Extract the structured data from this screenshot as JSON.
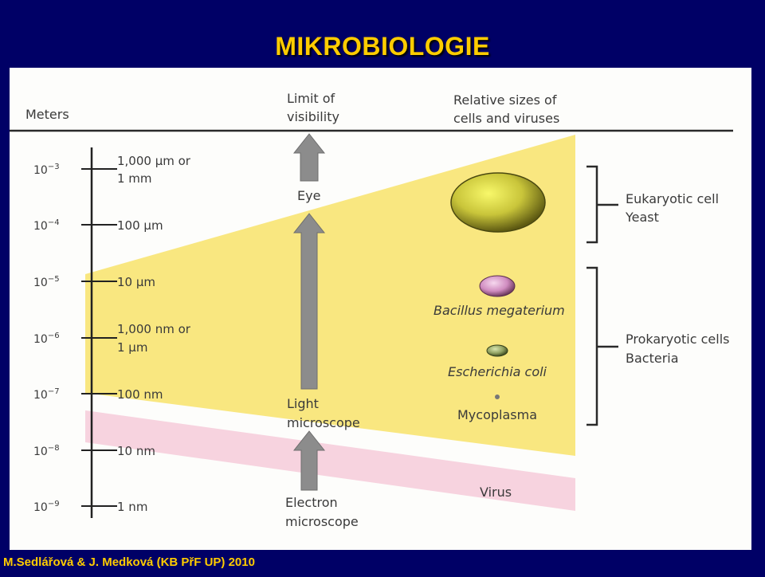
{
  "slide": {
    "title": "MIKROBIOLOGIE",
    "footer": "M.Sedlářová & J. Medková (KB PřF UP) 2010"
  },
  "colors": {
    "background": "#000066",
    "title": "#FFCC00",
    "visible_band": "#F9E780",
    "virus_band": "#F7D3DF",
    "arrow": "#8C8C8C",
    "yeast": "#C9C53A",
    "bacillus": "#D08CC0",
    "ecoli": "#8FA060"
  },
  "figure": {
    "meters_header": "Meters",
    "limit_header_line1": "Limit of",
    "limit_header_line2": "visibility",
    "relative_header_line1": "Relative sizes of",
    "relative_header_line2": "cells and viruses",
    "scale": [
      {
        "exp_base": "10",
        "exp": "−3",
        "label_line1": "1,000 µm or",
        "label_line2": "1 mm"
      },
      {
        "exp_base": "10",
        "exp": "−4",
        "label_line1": "100 µm",
        "label_line2": ""
      },
      {
        "exp_base": "10",
        "exp": "−5",
        "label_line1": "10 µm",
        "label_line2": ""
      },
      {
        "exp_base": "10",
        "exp": "−6",
        "label_line1": "1,000 nm or",
        "label_line2": "1 µm"
      },
      {
        "exp_base": "10",
        "exp": "−7",
        "label_line1": "100 nm",
        "label_line2": ""
      },
      {
        "exp_base": "10",
        "exp": "−8",
        "label_line1": "10 nm",
        "label_line2": ""
      },
      {
        "exp_base": "10",
        "exp": "−9",
        "label_line1": "1 nm",
        "label_line2": ""
      }
    ],
    "instruments": {
      "eye": "Eye",
      "light_line1": "Light",
      "light_line2": "microscope",
      "electron_line1": "Electron",
      "electron_line2": "microscope"
    },
    "organisms": {
      "bacillus": "Bacillus megaterium",
      "ecoli": "Escherichia coli",
      "mycoplasma": "Mycoplasma",
      "virus": "Virus"
    },
    "groups": {
      "eukaryotic_line1": "Eukaryotic cell",
      "eukaryotic_line2": "Yeast",
      "prokaryotic_line1": "Prokaryotic cells",
      "prokaryotic_line2": "Bacteria"
    }
  }
}
